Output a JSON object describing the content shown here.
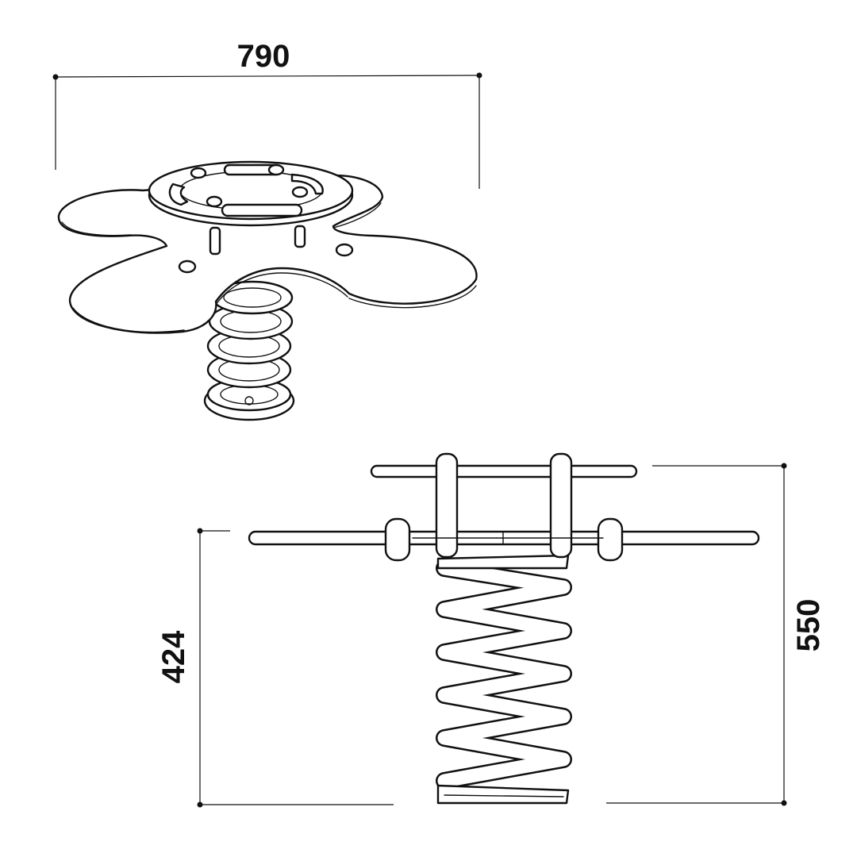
{
  "dimensions": {
    "width": "790",
    "height_seat": "424",
    "height_total": "550"
  },
  "colors": {
    "line": "#111111",
    "background": "#ffffff"
  }
}
